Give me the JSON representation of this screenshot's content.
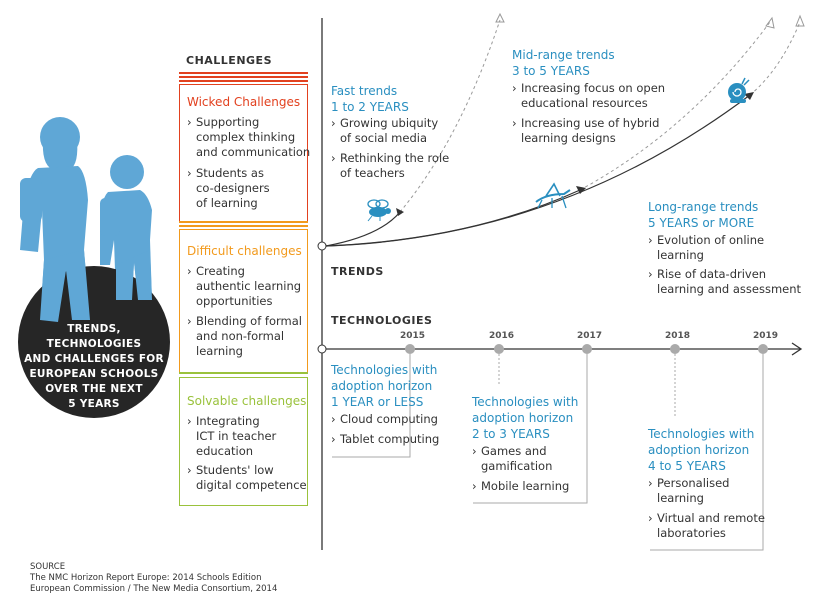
{
  "left": {
    "circle_lines": [
      "TRENDS, TECHNOLOGIES",
      "AND CHALLENGES FOR",
      "EUROPEAN SCHOOLS",
      "OVER THE NEXT",
      "5 YEARS"
    ],
    "colors": {
      "circle": "#262626",
      "kids": "#5fa7d6"
    }
  },
  "challenges": {
    "title": "CHALLENGES",
    "wicked": {
      "title": "Wicked Challenges",
      "color": "#e2411f",
      "items": [
        [
          "Supporting",
          "complex thinking",
          "and communication"
        ],
        [
          "Students as",
          "co-designers",
          "of learning"
        ]
      ]
    },
    "difficult": {
      "title": "Difficult challenges",
      "color": "#f29a1d",
      "items": [
        [
          "Creating",
          "authentic learning",
          "opportunities"
        ],
        [
          "Blending of formal",
          "and non-formal",
          "learning"
        ]
      ]
    },
    "solvable": {
      "title": "Solvable challenges",
      "color": "#9ac23c",
      "items": [
        [
          "Integrating",
          "ICT in teacher",
          "education"
        ],
        [
          "Students' low",
          "digital competence"
        ]
      ]
    }
  },
  "trends": {
    "label": "TRENDS",
    "fast": {
      "title1": "Fast trends",
      "title2": "1 to 2 YEARS",
      "items": [
        [
          "Growing ubiquity",
          "of social media"
        ],
        [
          "Rethinking the role",
          "of teachers"
        ]
      ]
    },
    "mid": {
      "title1": "Mid-range trends",
      "title2": "3 to 5 YEARS",
      "items": [
        [
          "Increasing focus on open",
          "educational resources"
        ],
        [
          "Increasing use of hybrid",
          "learning designs"
        ]
      ]
    },
    "long": {
      "title1": "Long-range trends",
      "title2": "5 YEARS or MORE",
      "items": [
        [
          "Evolution of online",
          "learning"
        ],
        [
          "Rise of data-driven",
          "learning and assessment"
        ]
      ]
    },
    "icons": [
      "bee-icon",
      "grasshopper-icon",
      "snail-icon"
    ]
  },
  "technologies": {
    "label": "TECHNOLOGIES",
    "years": [
      "2015",
      "2016",
      "2017",
      "2018",
      "2019"
    ],
    "h1": {
      "title": [
        "Technologies with",
        "adoption horizon"
      ],
      "range": "1 YEAR or LESS",
      "items": [
        "Cloud computing",
        "Tablet computing"
      ]
    },
    "h2": {
      "title": [
        "Technologies with",
        "adoption horizon"
      ],
      "range": "2 to 3 YEARS",
      "items": [
        [
          "Games and",
          "gamification"
        ],
        [
          "Mobile learning"
        ]
      ]
    },
    "h3": {
      "title": [
        "Technologies with",
        "adoption horizon"
      ],
      "range": "4 to 5 YEARS",
      "items": [
        [
          "Personalised",
          "learning"
        ],
        [
          "Virtual and remote",
          "laboratories"
        ]
      ]
    }
  },
  "source": {
    "label": "SOURCE",
    "line1": "The NMC Horizon Report Europe: 2014 Schools Edition",
    "line2": "European Commission / The New Media Consortium, 2014"
  },
  "accent": "#2a8fc0"
}
